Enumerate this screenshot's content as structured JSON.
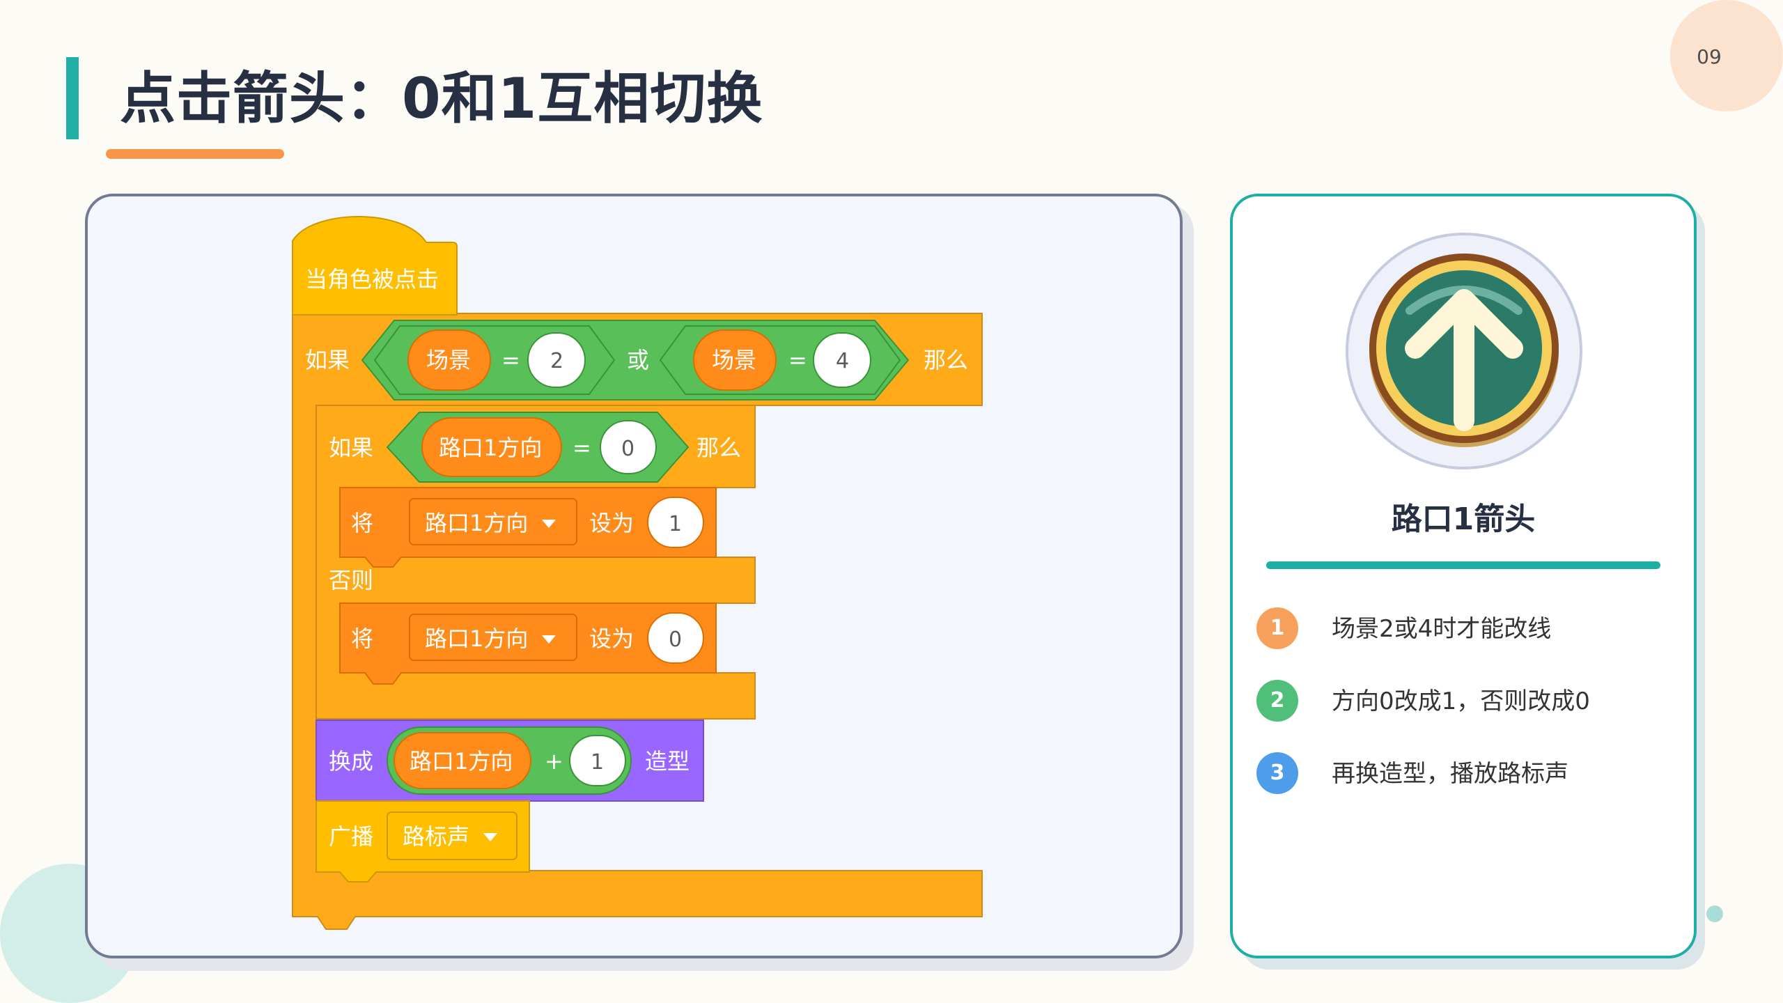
{
  "header": {
    "title": "点击箭头：0和1互相切换",
    "page_number": "09"
  },
  "colors": {
    "events": "#FFBF00",
    "control": "#FFAB19",
    "operators": "#59C059",
    "variables": "#FF8C1A",
    "looks": "#9966FF",
    "accent_teal": "#1DAFA5",
    "accent_orange": "#F7964B"
  },
  "script": {
    "hat": "当角色被点击",
    "if_outer": "如果",
    "var_scene": "场景",
    "eq": "=",
    "val_2": "2",
    "val_4": "4",
    "or": "或",
    "then": "那么",
    "if_inner": "如果",
    "var_dir": "路口1方向",
    "val_0": "0",
    "set_word": "将",
    "set_to": "设为",
    "val_1": "1",
    "else": "否则",
    "switch_costume": "换成",
    "plus": "+",
    "costume": "造型",
    "broadcast": "广播",
    "message": "路标声"
  },
  "card": {
    "sprite_icon": "up-arrow-icon",
    "title": "路口1箭头",
    "notes": [
      {
        "num": "1",
        "text": "场景2或4时才能改线",
        "color": "#F7A05C"
      },
      {
        "num": "2",
        "text": "方向0改成1，否则改成0",
        "color": "#4FBF7A"
      },
      {
        "num": "3",
        "text": "再换造型，播放路标声",
        "color": "#4D9DEB"
      }
    ]
  }
}
